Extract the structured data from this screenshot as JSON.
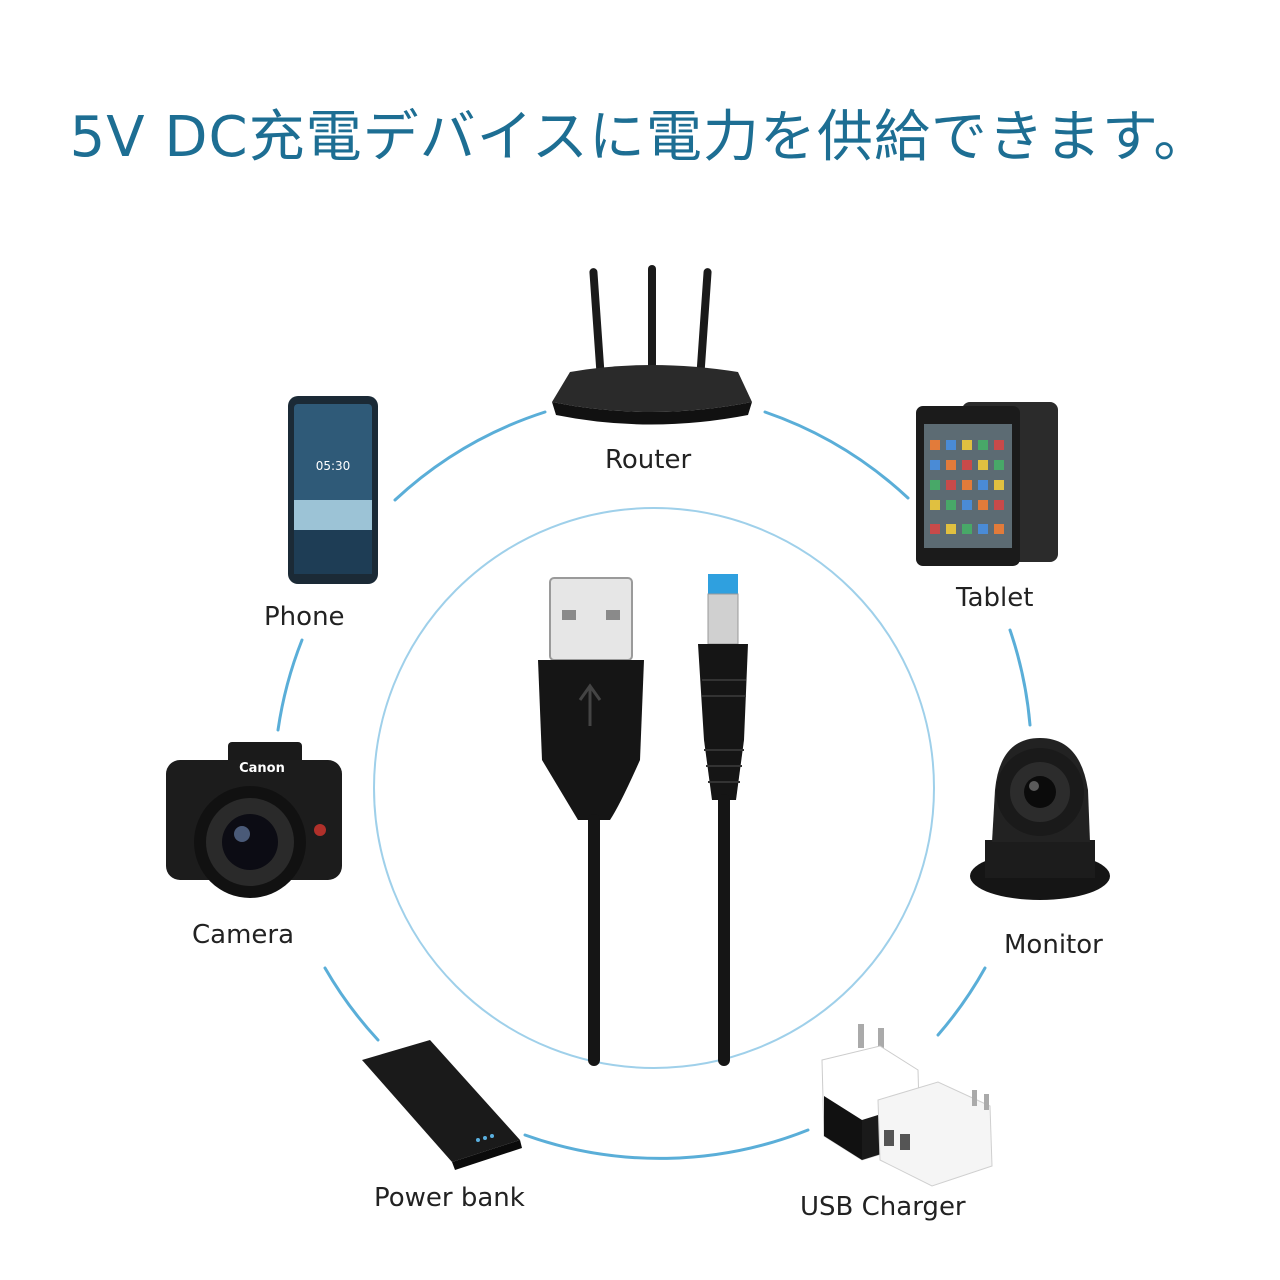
{
  "headline": "5V DC充電デバイスに電力を供給できます。",
  "accent_color": "#5aaed8",
  "devices": [
    {
      "label": "Router",
      "icon": "router-icon"
    },
    {
      "label": "Tablet",
      "icon": "tablet-icon"
    },
    {
      "label": "Monitor",
      "icon": "security-camera-icon"
    },
    {
      "label": "USB Charger",
      "icon": "usb-charger-icon"
    },
    {
      "label": "Power bank",
      "icon": "power-bank-icon"
    },
    {
      "label": "Camera",
      "icon": "camera-icon"
    },
    {
      "label": "Phone",
      "icon": "phone-icon"
    }
  ],
  "phone_screen_time": "05:30",
  "camera_brand": "Canon",
  "cable": {
    "icon": "usb-to-dc-cable-icon"
  }
}
